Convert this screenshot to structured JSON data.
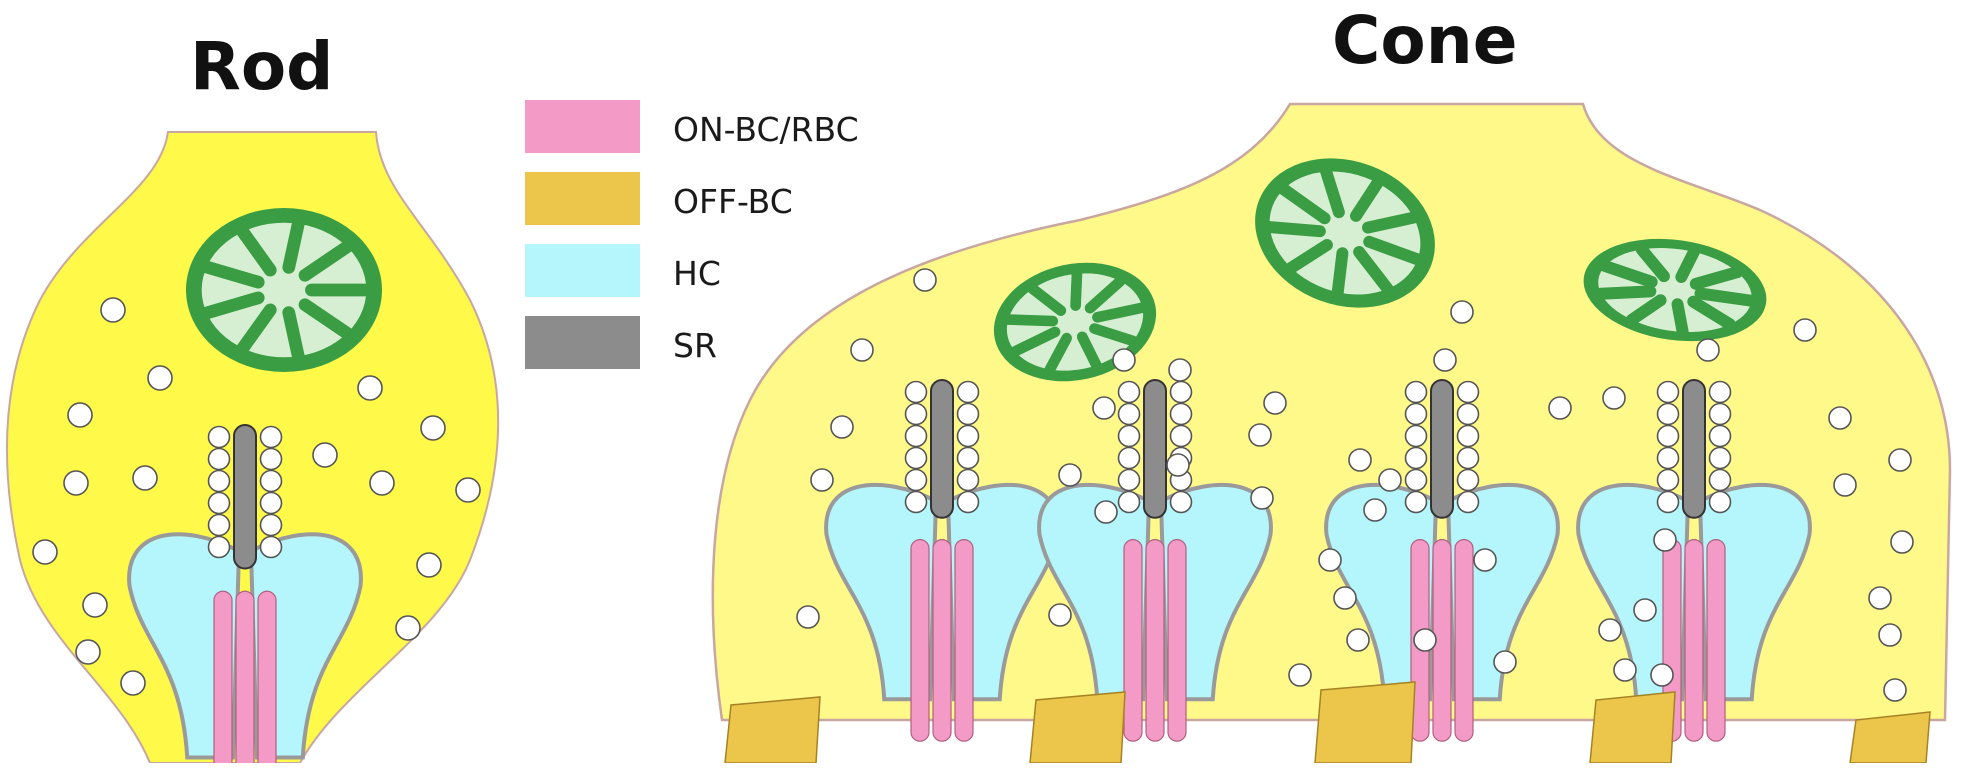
{
  "titles": {
    "rod": "Rod",
    "cone": "Cone"
  },
  "legend": [
    {
      "label": "ON-BC/RBC",
      "color": "#f49ac6",
      "name": "legend-on-bc"
    },
    {
      "label": "OFF-BC",
      "color": "#ecc64a",
      "name": "legend-off-bc"
    },
    {
      "label": "HC",
      "color": "#b4f6fb",
      "name": "legend-hc"
    },
    {
      "label": "SR",
      "color": "#8c8c8c",
      "name": "legend-sr"
    }
  ],
  "colors": {
    "terminal_fill": "#fff98a",
    "terminal_fill_rod": "#fffa4a",
    "terminal_edge": "#c9a7a0",
    "mitochondrion_outer": "#3a9d43",
    "mitochondrion_inner": "#d6efd2",
    "vesicle": "#ffffff",
    "vesicle_edge": "#555555",
    "synaptic_ribbon": "#8c8c8c",
    "horizontal_cell": "#b4f6fb",
    "on_bipolar": "#f49ac6",
    "off_bipolar": "#ecc64a"
  }
}
